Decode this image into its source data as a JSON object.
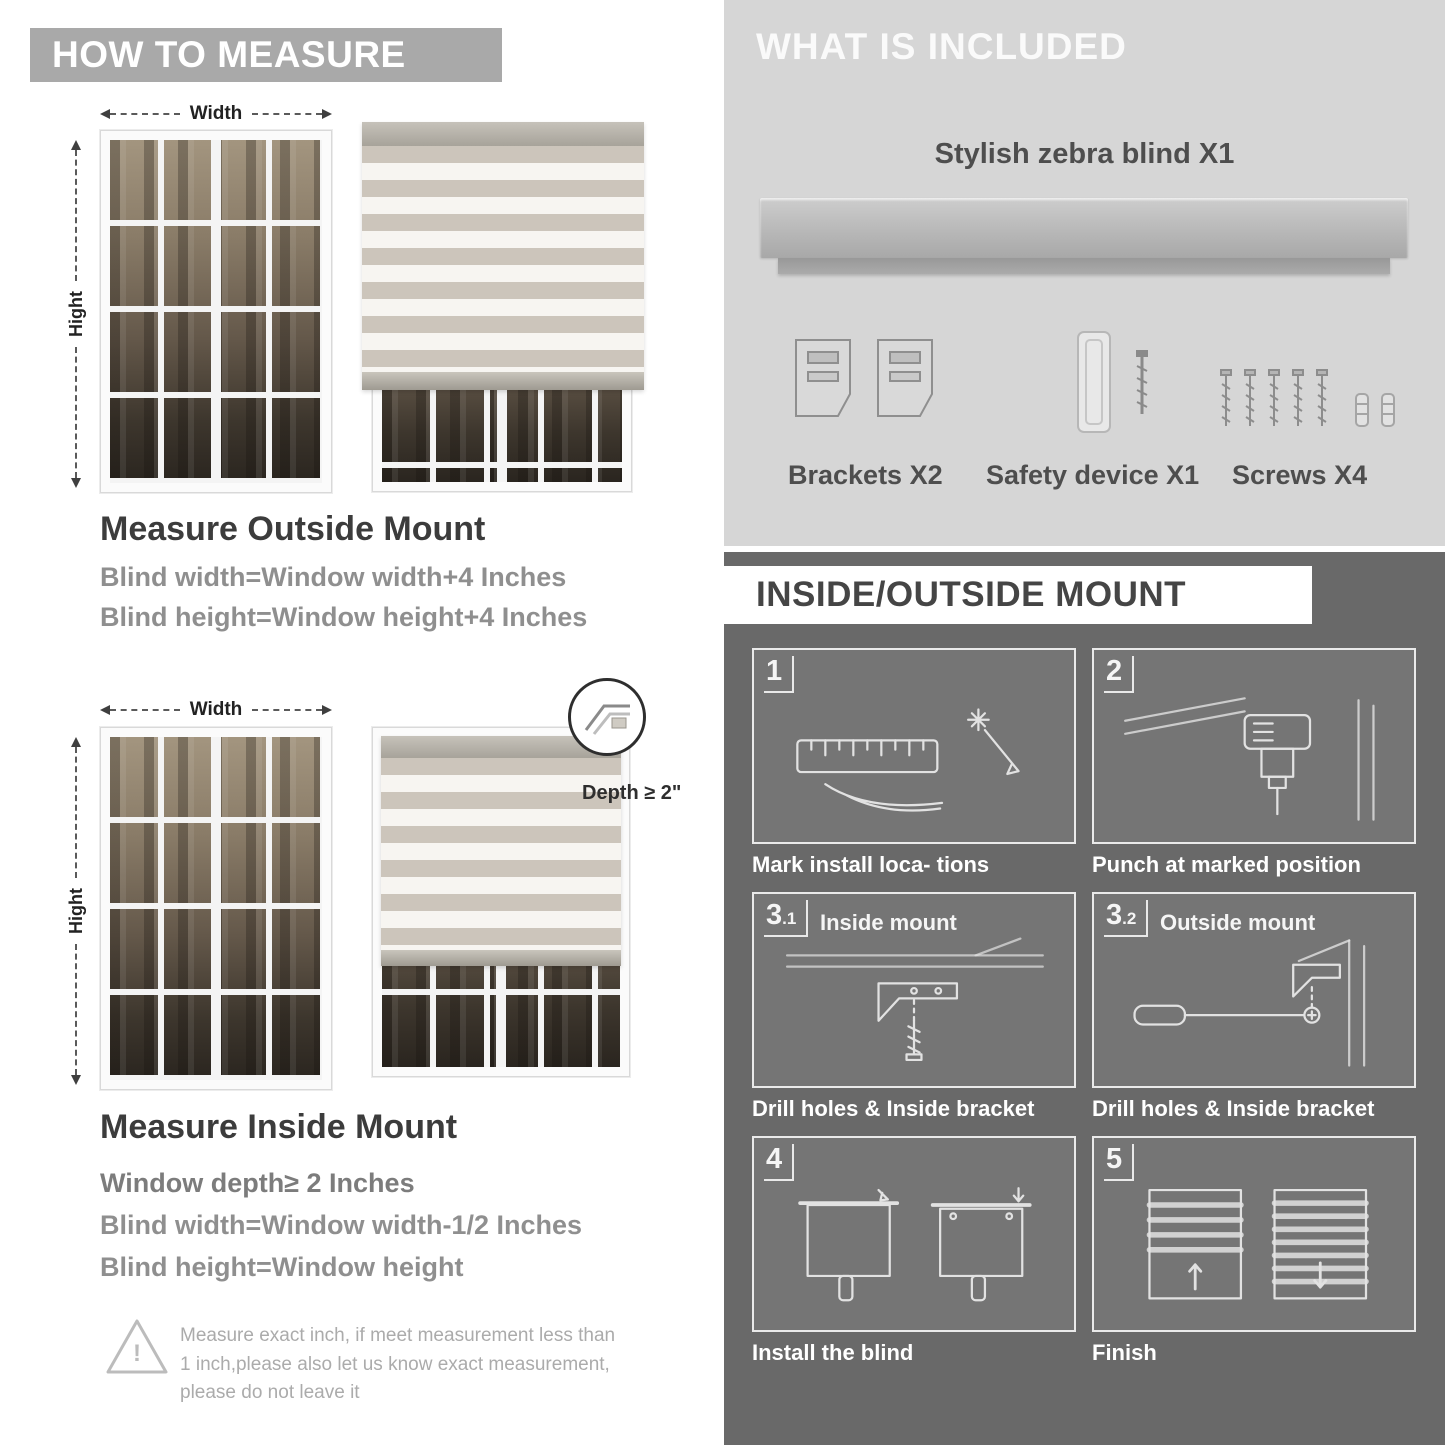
{
  "colors": {
    "header_gray": "#a9a9a9",
    "panel_light": "#d6d6d6",
    "panel_dark": "#696969",
    "box_gray": "#757575",
    "text_gray": "#8f8f8f"
  },
  "left": {
    "header": "HOW TO MEASURE",
    "outside": {
      "width_label": "Width",
      "height_label": "Hight",
      "title": "Measure Outside Mount",
      "formula1": "Blind width=Window width+4 Inches",
      "formula2": "Blind height=Window height+4 Inches"
    },
    "inside": {
      "width_label": "Width",
      "height_label": "Hight",
      "depth_label": "Depth ≥ 2\"",
      "title": "Measure Inside Mount",
      "formula1": "Window depth≥ 2 Inches",
      "formula2": "Blind width=Window width-1/2 Inches",
      "formula3": "Blind height=Window height"
    },
    "warning": {
      "icon": "!",
      "text": "Measure exact inch, if meet measurement less than 1 inch,please also let us know exact measurement, please do not leave it"
    }
  },
  "right": {
    "included": {
      "header": "WHAT IS INCLUDED",
      "blind_label": "Stylish zebra blind X1",
      "items": [
        {
          "label": "Brackets X2"
        },
        {
          "label": "Safety device X1"
        },
        {
          "label": "Screws X4"
        }
      ]
    },
    "mount": {
      "header": "INSIDE/OUTSIDE MOUNT",
      "steps": [
        {
          "num": "1",
          "sub": "",
          "inner_label": "",
          "caption": "Mark install loca- tions"
        },
        {
          "num": "2",
          "sub": "",
          "inner_label": "",
          "caption": "Punch at  marked position"
        },
        {
          "num": "3",
          "sub": ".1",
          "inner_label": "Inside mount",
          "caption": "Drill holes &  Inside bracket"
        },
        {
          "num": "3",
          "sub": ".2",
          "inner_label": "Outside mount",
          "caption": "Drill holes &  Inside bracket"
        },
        {
          "num": "4",
          "sub": "",
          "inner_label": "",
          "caption": "Install the blind"
        },
        {
          "num": "5",
          "sub": "",
          "inner_label": "",
          "caption": "Finish"
        }
      ]
    }
  }
}
